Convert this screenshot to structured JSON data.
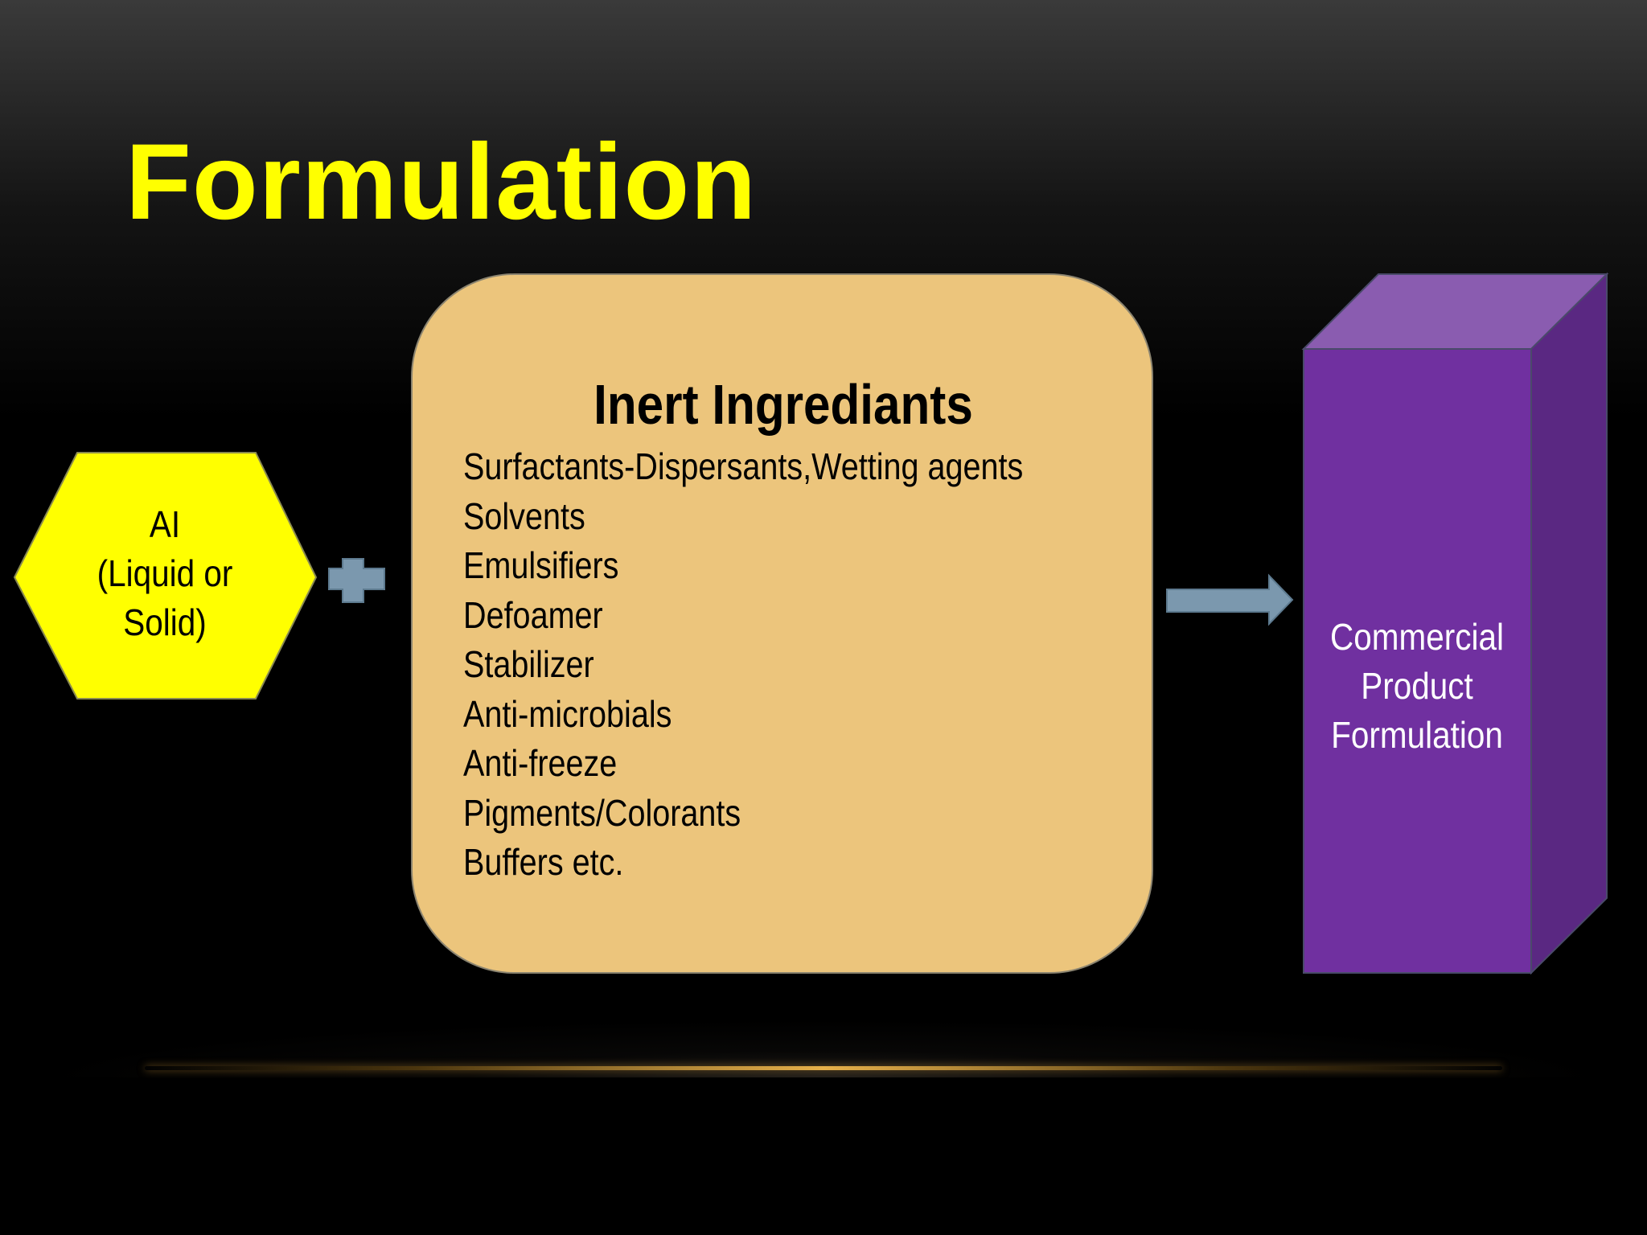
{
  "title": "Formulation",
  "active_ingredient": {
    "lines": [
      "AI",
      "(Liquid or",
      "Solid)"
    ]
  },
  "inert_ingredients": {
    "heading": "Inert Ingrediants",
    "items": [
      "Surfactants-Dispersants,Wetting agents",
      "Solvents",
      "Emulsifiers",
      "Defoamer",
      "Stabilizer",
      "Anti-microbials",
      "Anti-freeze",
      "Pigments/Colorants",
      "Buffers etc."
    ]
  },
  "product": {
    "lines": [
      "Commercial",
      "Product",
      "Formulation"
    ]
  },
  "colors": {
    "title": "#ffff00",
    "hexagon": "#ffff00",
    "panel": "#ecc57c",
    "connector": "#7b98ae",
    "box_front": "#7030a0",
    "box_top": "#8a5cb0",
    "box_side": "#5a2882"
  }
}
